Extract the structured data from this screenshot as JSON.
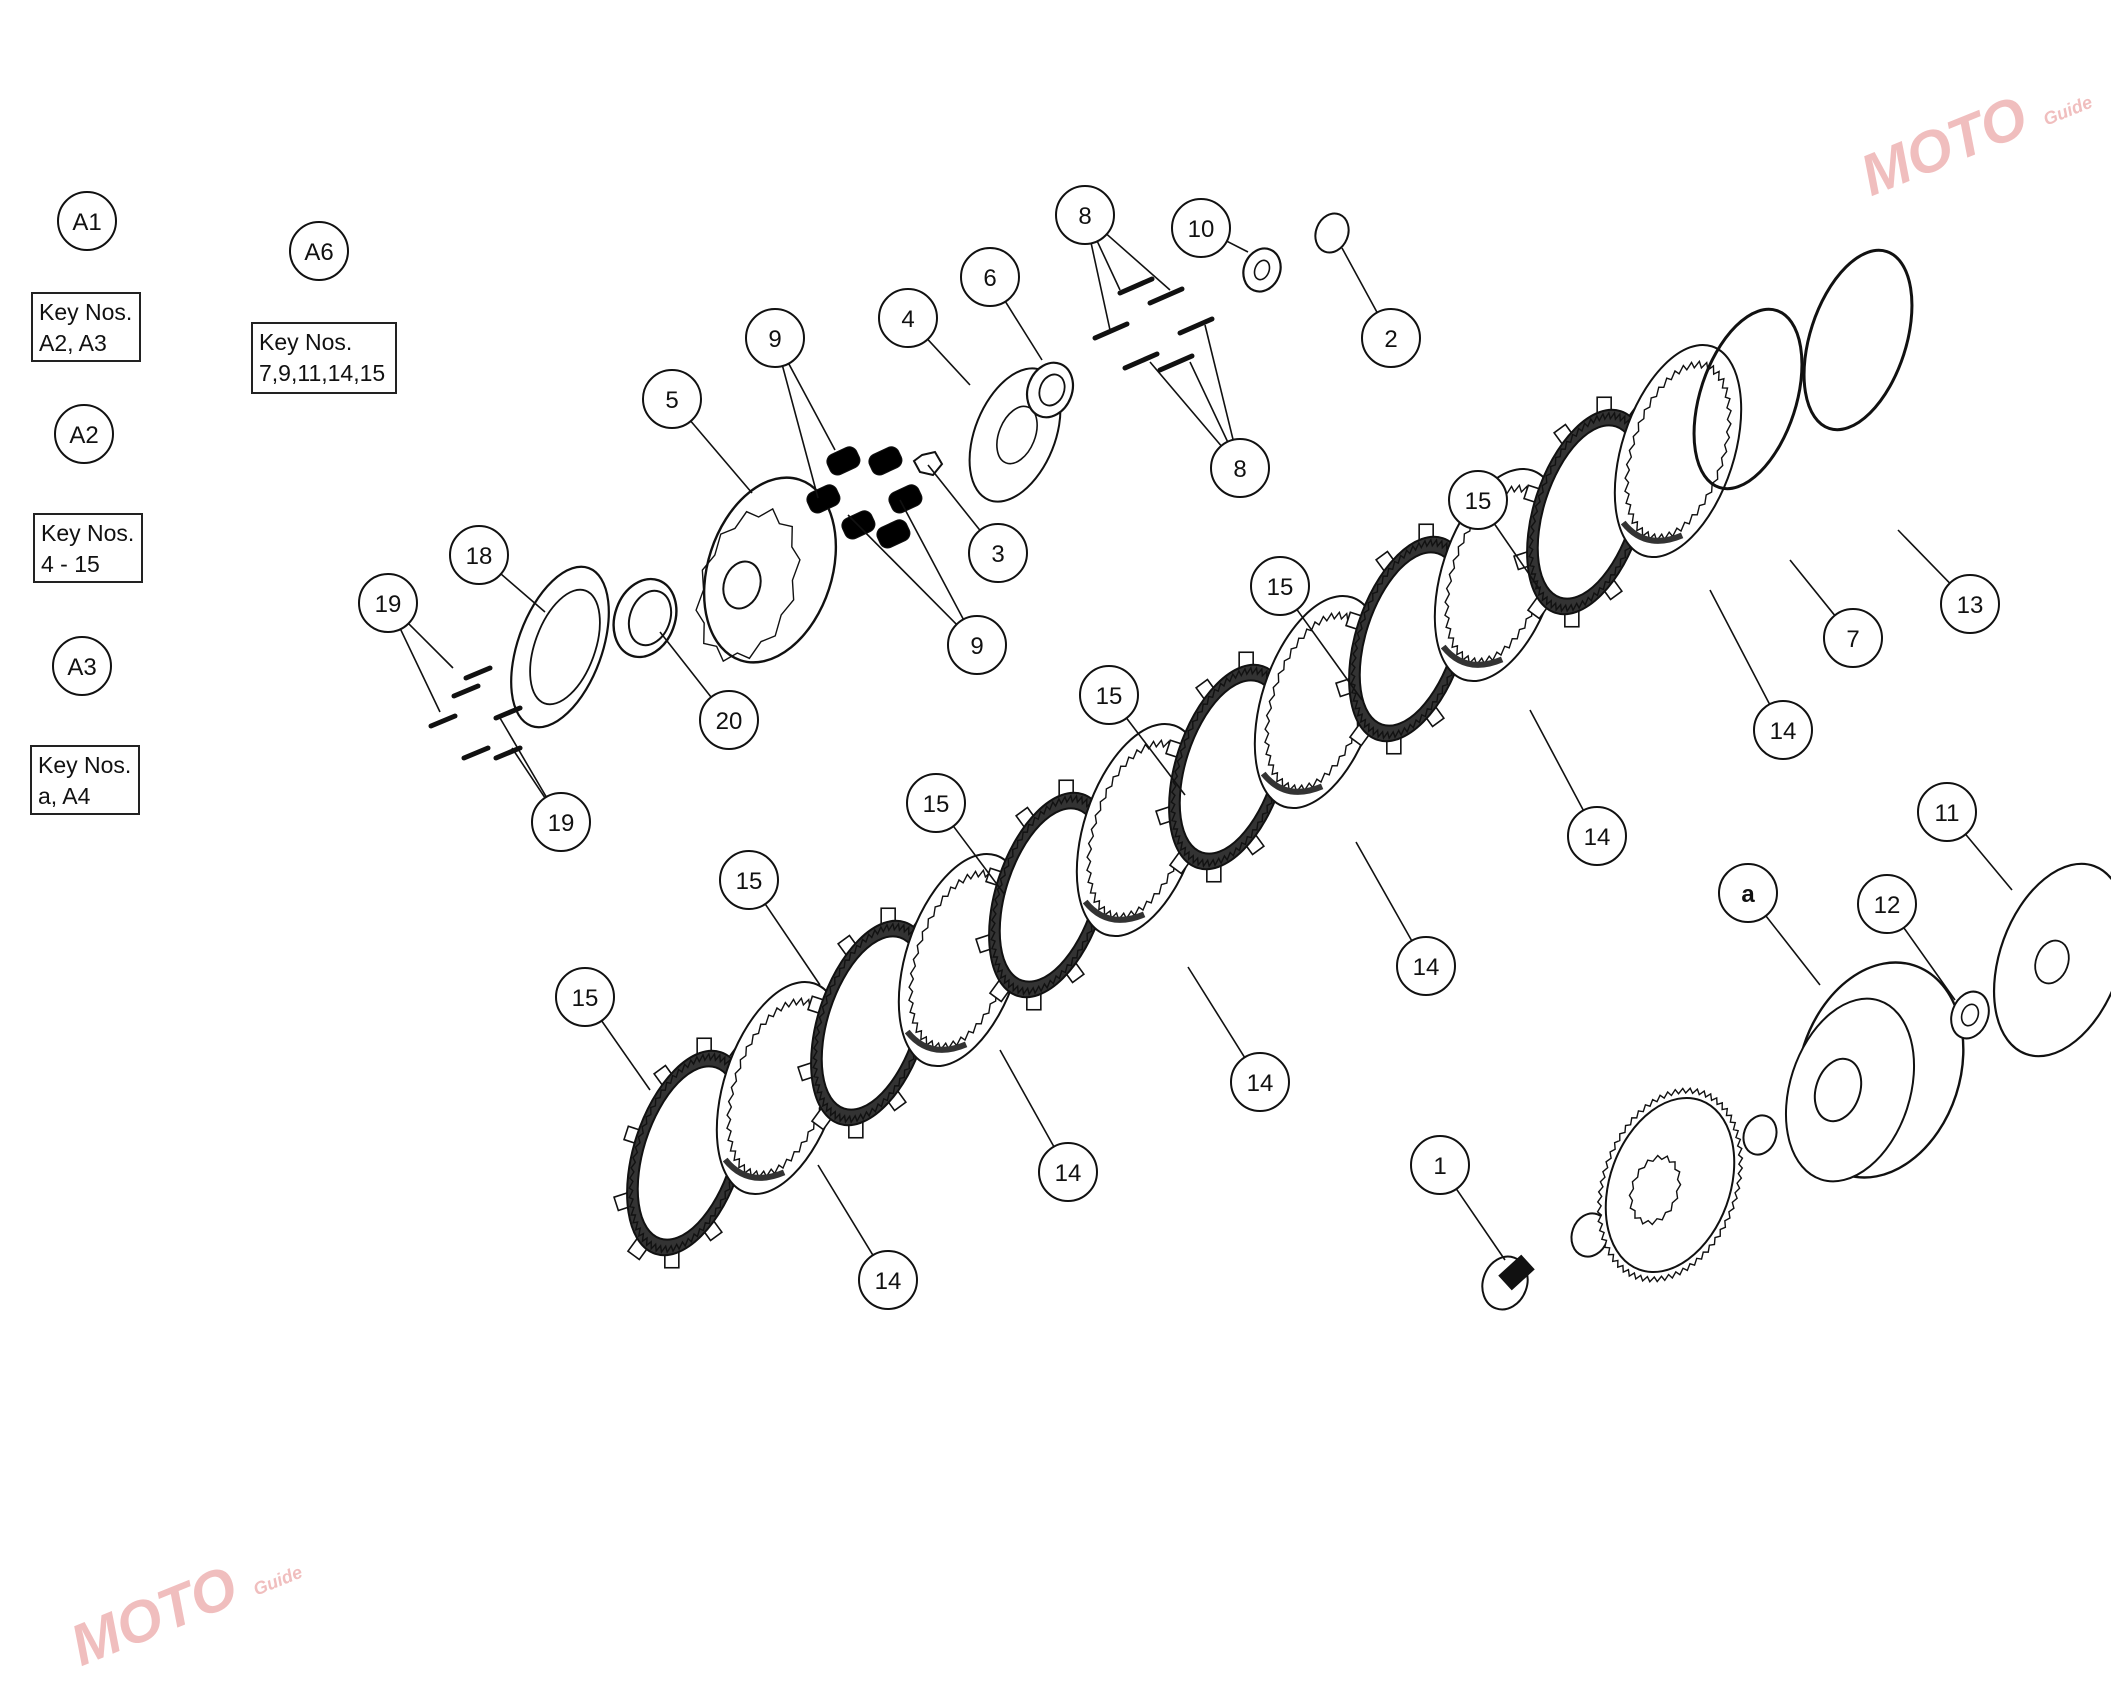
{
  "legend": {
    "assemblies": [
      {
        "id": "A1",
        "key_label": "Key Nos.",
        "key_values": "A2, A3"
      },
      {
        "id": "A2",
        "key_label": "Key Nos.",
        "key_values": "4 - 15"
      },
      {
        "id": "A3",
        "key_label": "Key Nos.",
        "key_values": "a, A4"
      },
      {
        "id": "A6",
        "key_label": "Key Nos.",
        "key_values": "7,9,11,14,15"
      }
    ]
  },
  "callouts": [
    "1",
    "2",
    "3",
    "4",
    "5",
    "6",
    "7",
    "8",
    "9",
    "10",
    "11",
    "12",
    "13",
    "14",
    "15",
    "18",
    "19",
    "20",
    "a"
  ],
  "watermark": {
    "text": "MOTO",
    "sub": "Guide"
  },
  "colors": {
    "line": "#111111",
    "friction_fill": "#333333",
    "spring_fill": "#000000",
    "watermark": "#e58a8a"
  }
}
